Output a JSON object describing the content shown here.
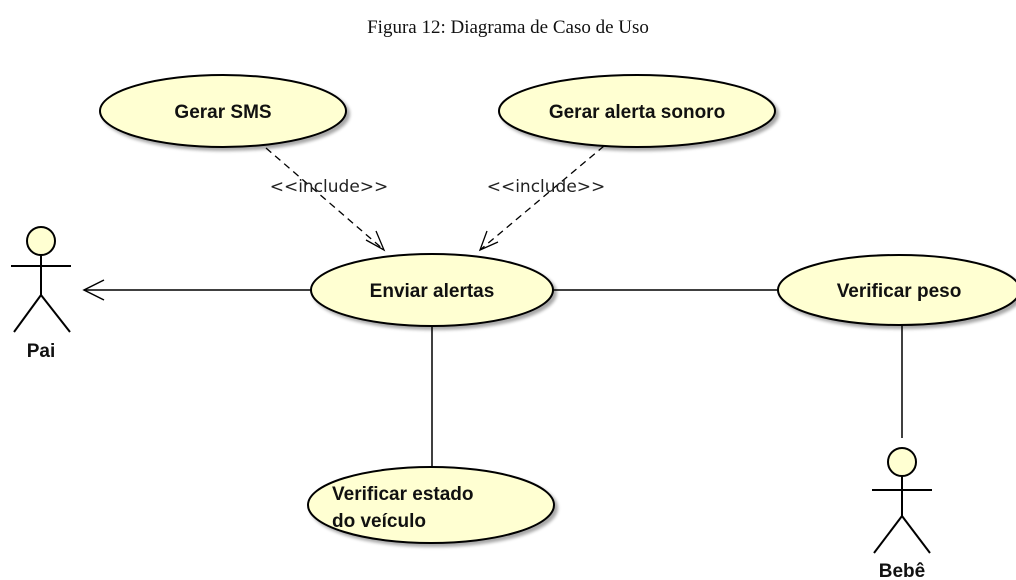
{
  "caption": "Figura 12: Diagrama de Caso de Uso",
  "use_cases": {
    "gerar_sms": "Gerar SMS",
    "gerar_alerta_sonoro": "Gerar alerta sonoro",
    "enviar_alertas": "Enviar alertas",
    "verificar_peso": "Verificar peso",
    "verificar_estado_line1": "Verificar estado",
    "verificar_estado_line2": "do veículo"
  },
  "actors": {
    "pai": "Pai",
    "bebe": "Bebê"
  },
  "relations": {
    "include_sms": "<<include>>",
    "include_sonoro": "<<include>>"
  },
  "colors": {
    "use_case_fill": "#FFFFD2",
    "stroke": "#000000"
  }
}
